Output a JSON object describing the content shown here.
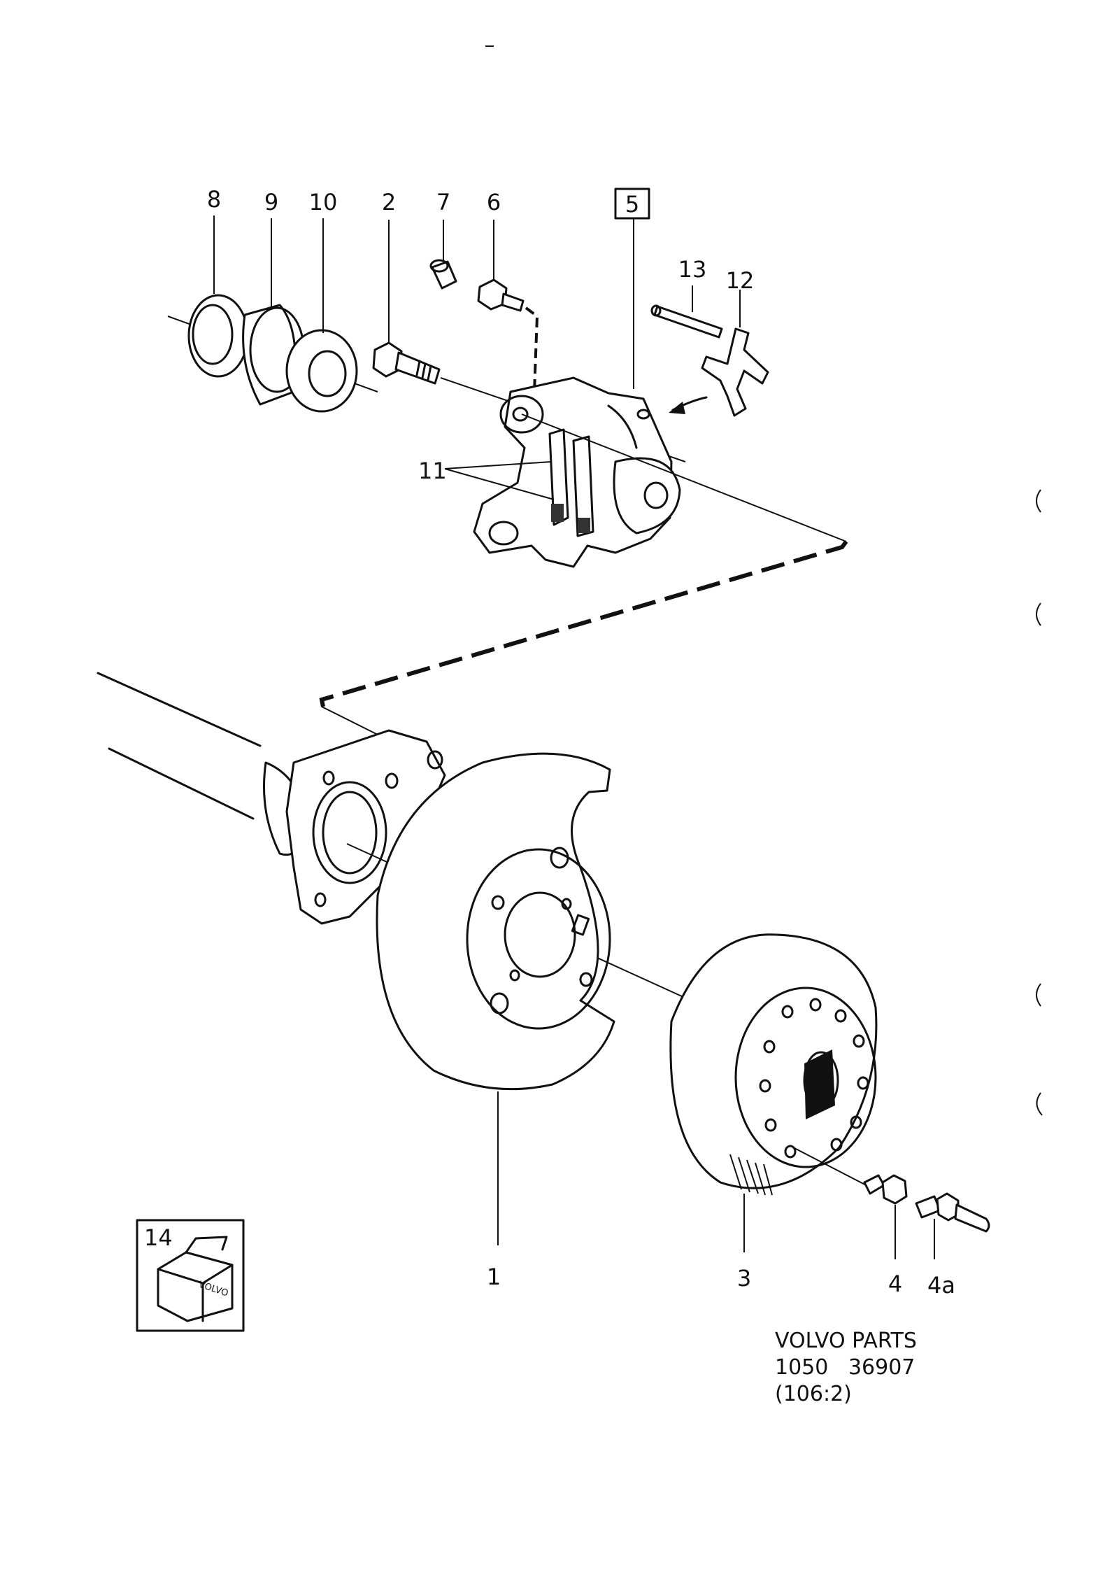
{
  "callouts": {
    "c8": "8",
    "c9": "9",
    "c10": "10",
    "c2": "2",
    "c7": "7",
    "c6": "6",
    "c5": "5",
    "c13": "13",
    "c12": "12",
    "c11": "11",
    "c1": "1",
    "c3": "3",
    "c4": "4",
    "c4a": "4a",
    "c14": "14"
  },
  "kit_box_brand": "VOLVO",
  "caption": {
    "line1": "VOLVO PARTS",
    "line2": "1050   36907",
    "line3": "(106:2)"
  }
}
